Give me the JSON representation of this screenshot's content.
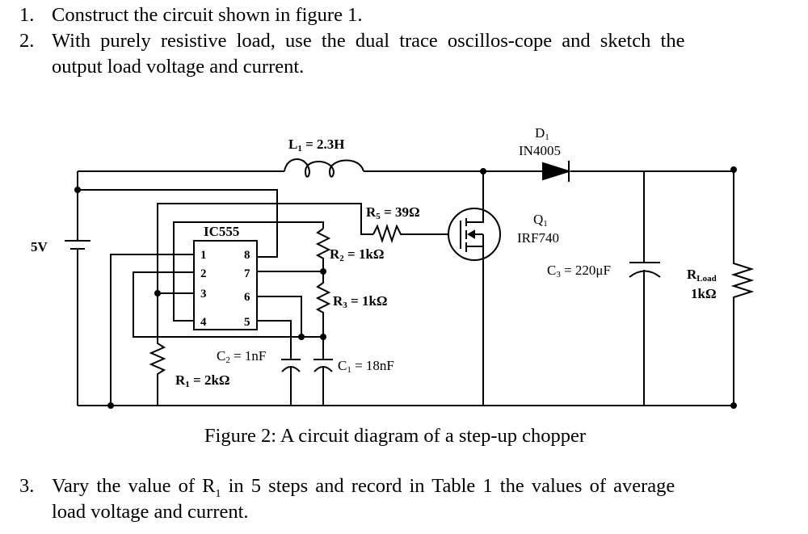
{
  "instructions": [
    {
      "number": "1.",
      "text": "Construct the circuit shown in figure 1."
    },
    {
      "number": "2.",
      "text": "With purely resistive load, use the dual trace oscillos-cope and sketch the",
      "continuation": "output load voltage and current."
    },
    {
      "number": "3.",
      "text_before": "Vary the value of R",
      "subscript": "1",
      "text_after": " in 5 steps and record in Table 1 the values of average",
      "continuation": "load voltage and current."
    }
  ],
  "figure": {
    "caption": "Figure 2: A circuit diagram of a step-up chopper",
    "components": {
      "source": {
        "label": "5V"
      },
      "inductor": {
        "name": "L",
        "sub": "1",
        "value": " = 2.3H"
      },
      "diode": {
        "name": "D",
        "sub": "1",
        "part": "IN4005"
      },
      "mosfet": {
        "name": "Q",
        "sub": "1",
        "part": "IRF740"
      },
      "ic": {
        "label": "IC555",
        "pins_left": [
          "1",
          "2",
          "3",
          "4"
        ],
        "pins_right": [
          "8",
          "7",
          "6",
          "5"
        ]
      },
      "r5": {
        "name": "R",
        "sub": "5",
        "value": " = 39Ω"
      },
      "r2": {
        "name": "R",
        "sub": "2",
        "value": " = 1kΩ"
      },
      "r3": {
        "name": "R",
        "sub": "3",
        "value": " = 1kΩ"
      },
      "r1": {
        "name": "R",
        "sub": "1",
        "value": " = 2kΩ"
      },
      "c2": {
        "name": "C",
        "sub": "2",
        "value": " = 1nF"
      },
      "c1": {
        "name": "C",
        "sub": "1",
        "value": " = 18nF"
      },
      "c3": {
        "name": "C",
        "sub": "3",
        "value": " = 220μF"
      },
      "rload": {
        "name": "R",
        "sub": "Load",
        "value": "1kΩ"
      }
    }
  }
}
